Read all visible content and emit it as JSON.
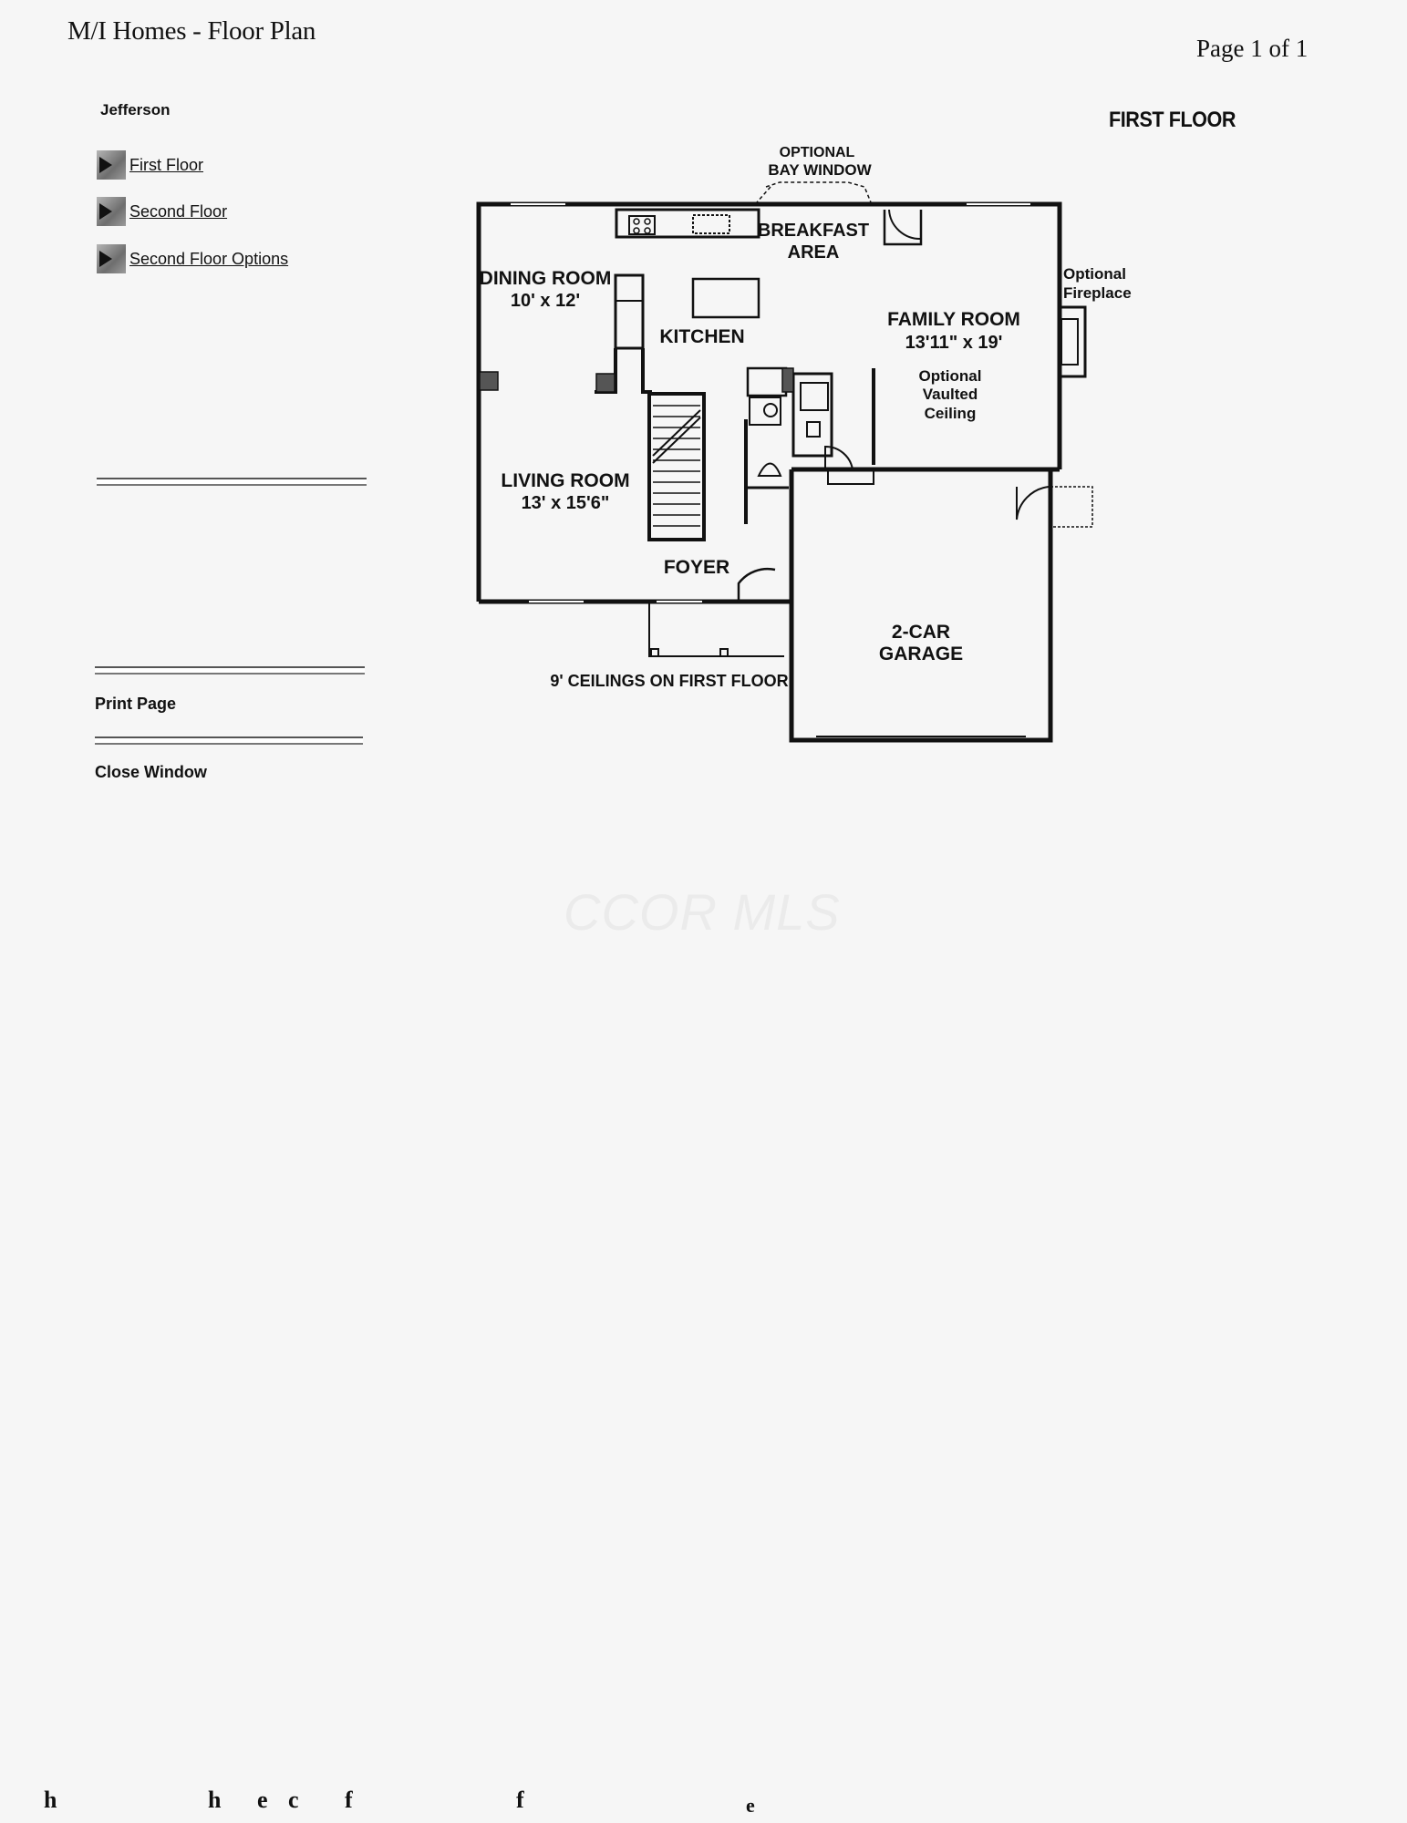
{
  "header": {
    "title": "M/I Homes - Floor Plan",
    "page_count": "Page 1 of 1",
    "plan_name": "Jefferson",
    "floor_label": "FIRST FLOOR"
  },
  "nav": {
    "items": [
      {
        "label": "First Floor"
      },
      {
        "label": "Second Floor"
      },
      {
        "label": "Second Floor Options"
      }
    ],
    "bullet_icon": "play-arrow-icon"
  },
  "actions": {
    "print_label": "Print Page",
    "close_label": "Close Window"
  },
  "watermark": "CCOR MLS",
  "plan": {
    "bay_window_line1": "OPTIONAL",
    "bay_window_line2": "BAY WINDOW",
    "breakfast_line1": "BREAKFAST",
    "breakfast_line2": "AREA",
    "dining_name": "DINING ROOM",
    "dining_size": "10' x 12'",
    "kitchen": "KITCHEN",
    "family_name": "FAMILY ROOM",
    "family_size": "13'11\" x 19'",
    "vaulted_line1": "Optional",
    "vaulted_line2": "Vaulted",
    "vaulted_line3": "Ceiling",
    "fireplace_line1": "Optional",
    "fireplace_line2": "Fireplace",
    "living_name": "LIVING ROOM",
    "living_size": "13' x 15'6\"",
    "foyer": "FOYER",
    "garage_line1": "2-CAR",
    "garage_line2": "GARAGE",
    "ceilings_note": "9' CEILINGS ON FIRST FLOOR"
  },
  "footer": {
    "letters": [
      "h",
      "h",
      "e",
      "c",
      "f",
      "f",
      "e"
    ]
  }
}
